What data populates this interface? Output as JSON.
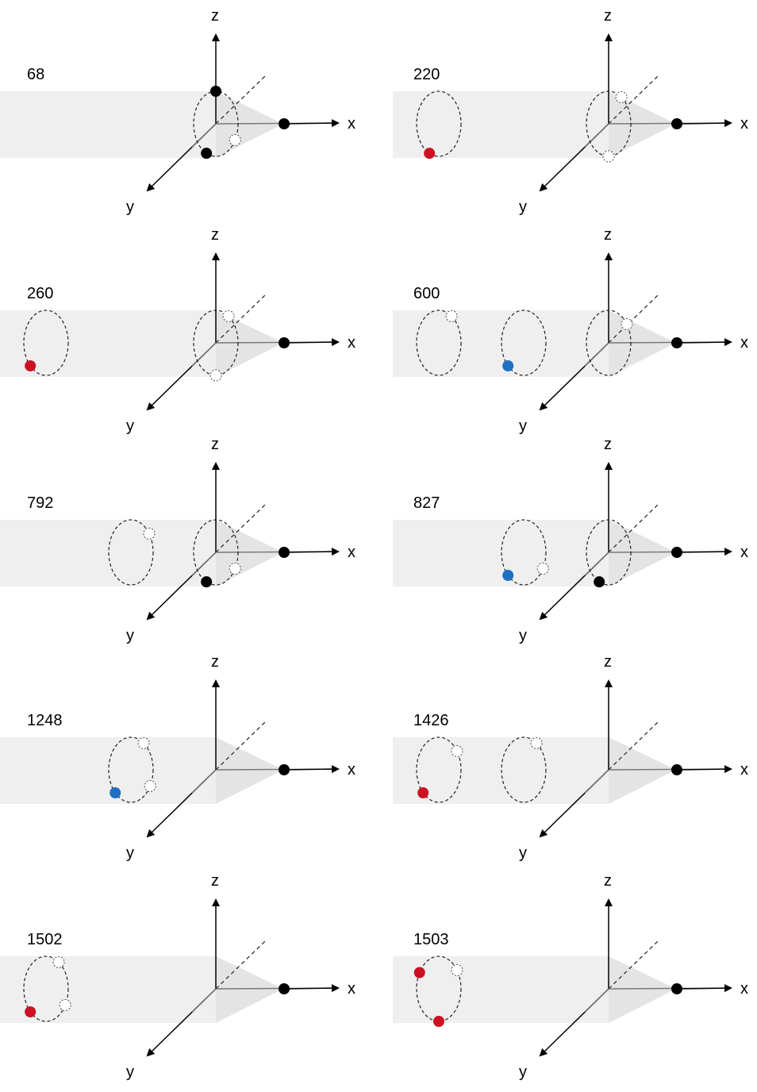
{
  "figure": {
    "axis_labels": {
      "x": "x",
      "y": "y",
      "z": "z"
    },
    "colors": {
      "background": "#ffffff",
      "band": "#efefef",
      "cone": "#e4e4e4",
      "axis": "#000000",
      "grey_axis": "#777777",
      "dashed": "#222222",
      "black_ball": "#000000",
      "red_ball": "#cc1122",
      "blue_ball": "#1f6fc4",
      "ghost_ball": "#555555"
    },
    "panels": [
      {
        "frame": "68",
        "rings": [
          {
            "slot": "origin",
            "markers": [
              {
                "pos": "top",
                "kind": "black"
              },
              {
                "pos": "bottom-left",
                "kind": "black"
              },
              {
                "pos": "lower-right",
                "kind": "ghost"
              }
            ]
          }
        ]
      },
      {
        "frame": "220",
        "rings": [
          {
            "slot": "far-left",
            "markers": [
              {
                "pos": "bottom-left",
                "kind": "red"
              }
            ]
          },
          {
            "slot": "origin",
            "markers": [
              {
                "pos": "top-right",
                "kind": "ghost"
              },
              {
                "pos": "bottom",
                "kind": "ghost"
              }
            ]
          }
        ]
      },
      {
        "frame": "260",
        "rings": [
          {
            "slot": "far-left",
            "markers": [
              {
                "pos": "lower-left",
                "kind": "red"
              }
            ]
          },
          {
            "slot": "origin",
            "markers": [
              {
                "pos": "top-right",
                "kind": "ghost"
              },
              {
                "pos": "bottom",
                "kind": "ghost"
              }
            ]
          }
        ]
      },
      {
        "frame": "600",
        "rings": [
          {
            "slot": "far-left",
            "markers": [
              {
                "pos": "top-right",
                "kind": "ghost"
              }
            ]
          },
          {
            "slot": "mid",
            "markers": [
              {
                "pos": "lower-left",
                "kind": "blue"
              }
            ]
          },
          {
            "slot": "origin",
            "markers": [
              {
                "pos": "upper-right",
                "kind": "ghost"
              }
            ]
          }
        ]
      },
      {
        "frame": "792",
        "rings": [
          {
            "slot": "mid",
            "markers": [
              {
                "pos": "upper-right",
                "kind": "ghost"
              }
            ]
          },
          {
            "slot": "origin",
            "markers": [
              {
                "pos": "lower-right",
                "kind": "ghost"
              },
              {
                "pos": "bottom-left",
                "kind": "black"
              }
            ]
          }
        ]
      },
      {
        "frame": "827",
        "rings": [
          {
            "slot": "mid",
            "markers": [
              {
                "pos": "lower-left",
                "kind": "blue"
              },
              {
                "pos": "lower-right",
                "kind": "ghost"
              }
            ]
          },
          {
            "slot": "origin",
            "markers": [
              {
                "pos": "bottom-left",
                "kind": "black"
              }
            ]
          }
        ]
      },
      {
        "frame": "1248",
        "rings": [
          {
            "slot": "mid",
            "markers": [
              {
                "pos": "top-right",
                "kind": "ghost"
              },
              {
                "pos": "lower-right",
                "kind": "ghost"
              },
              {
                "pos": "lower-left",
                "kind": "blue"
              }
            ]
          }
        ]
      },
      {
        "frame": "1426",
        "rings": [
          {
            "slot": "far-left",
            "markers": [
              {
                "pos": "upper-right",
                "kind": "ghost"
              },
              {
                "pos": "lower-left",
                "kind": "red"
              }
            ]
          },
          {
            "slot": "mid",
            "markers": [
              {
                "pos": "top-right",
                "kind": "ghost"
              }
            ]
          }
        ]
      },
      {
        "frame": "1502",
        "rings": [
          {
            "slot": "far-left",
            "markers": [
              {
                "pos": "top-right",
                "kind": "ghost"
              },
              {
                "pos": "lower-right",
                "kind": "ghost"
              },
              {
                "pos": "lower-left",
                "kind": "red"
              }
            ]
          }
        ]
      },
      {
        "frame": "1503",
        "rings": [
          {
            "slot": "far-left",
            "markers": [
              {
                "pos": "upper-left",
                "kind": "red"
              },
              {
                "pos": "upper-right",
                "kind": "ghost"
              },
              {
                "pos": "bottom",
                "kind": "red"
              }
            ]
          }
        ]
      }
    ]
  }
}
